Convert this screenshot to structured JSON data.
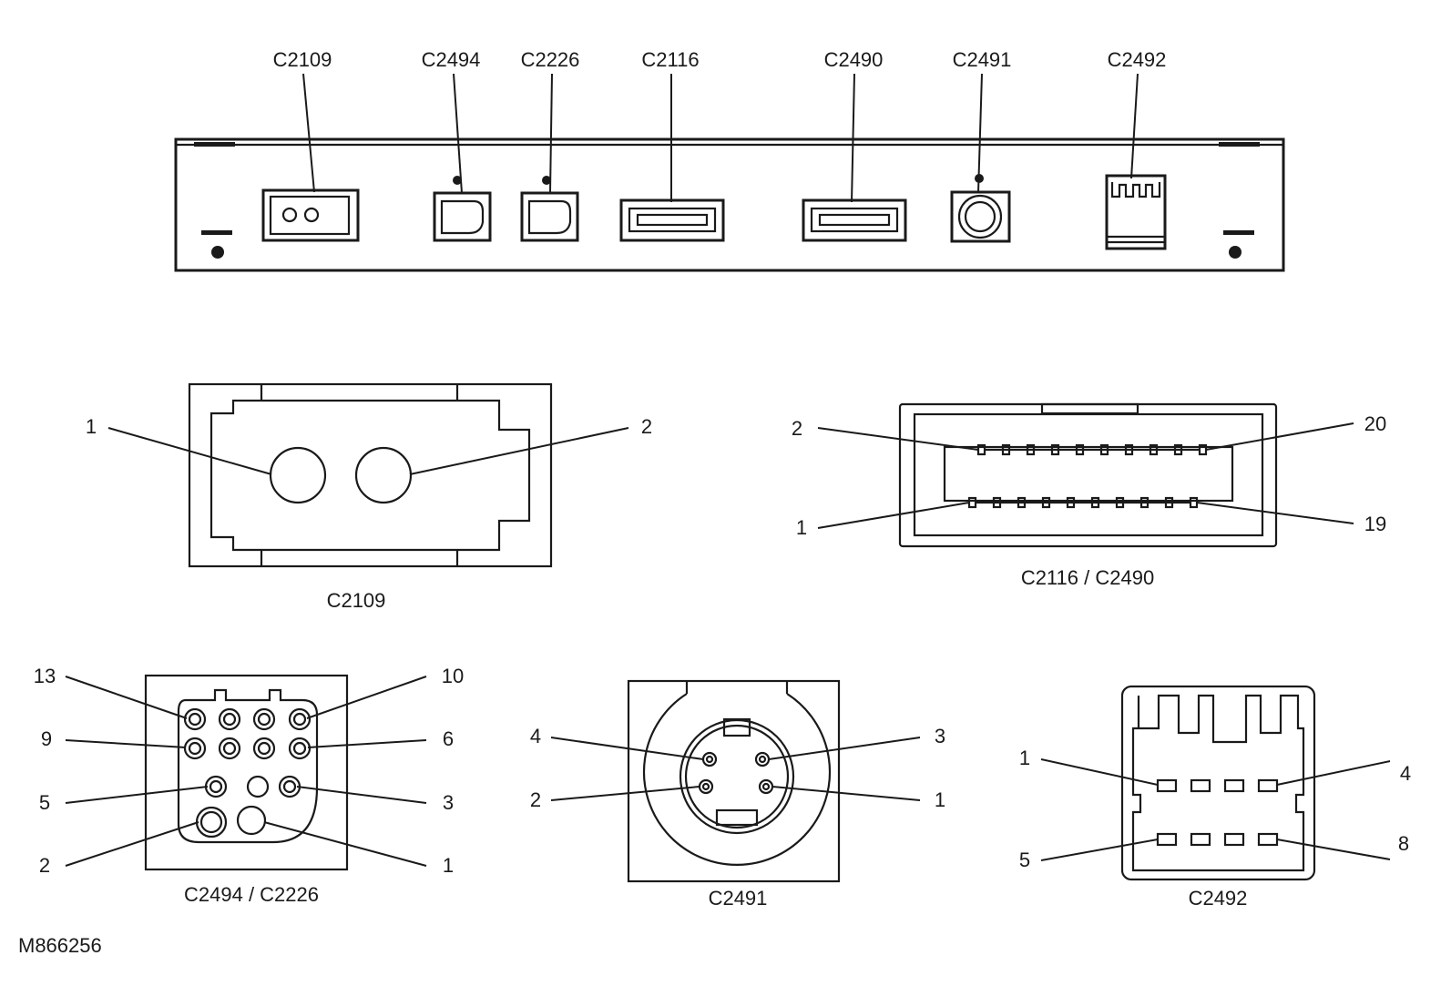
{
  "top_labels": [
    "C2109",
    "C2494",
    "C2226",
    "C2116",
    "C2490",
    "C2491",
    "C2492"
  ],
  "connectors": {
    "c2109": {
      "caption": "C2109",
      "pins": [
        "1",
        "2"
      ]
    },
    "c2116": {
      "caption": "C2116 / C2490",
      "pins": [
        "2",
        "20",
        "1",
        "19"
      ]
    },
    "c2494": {
      "caption": "C2494 / C2226",
      "pins": [
        "13",
        "10",
        "9",
        "6",
        "5",
        "3",
        "2",
        "1"
      ]
    },
    "c2491": {
      "caption": "C2491",
      "pins": [
        "4",
        "3",
        "2",
        "1"
      ]
    },
    "c2492": {
      "caption": "C2492",
      "pins": [
        "1",
        "4",
        "5",
        "8"
      ]
    }
  },
  "figure_id": "M866256"
}
